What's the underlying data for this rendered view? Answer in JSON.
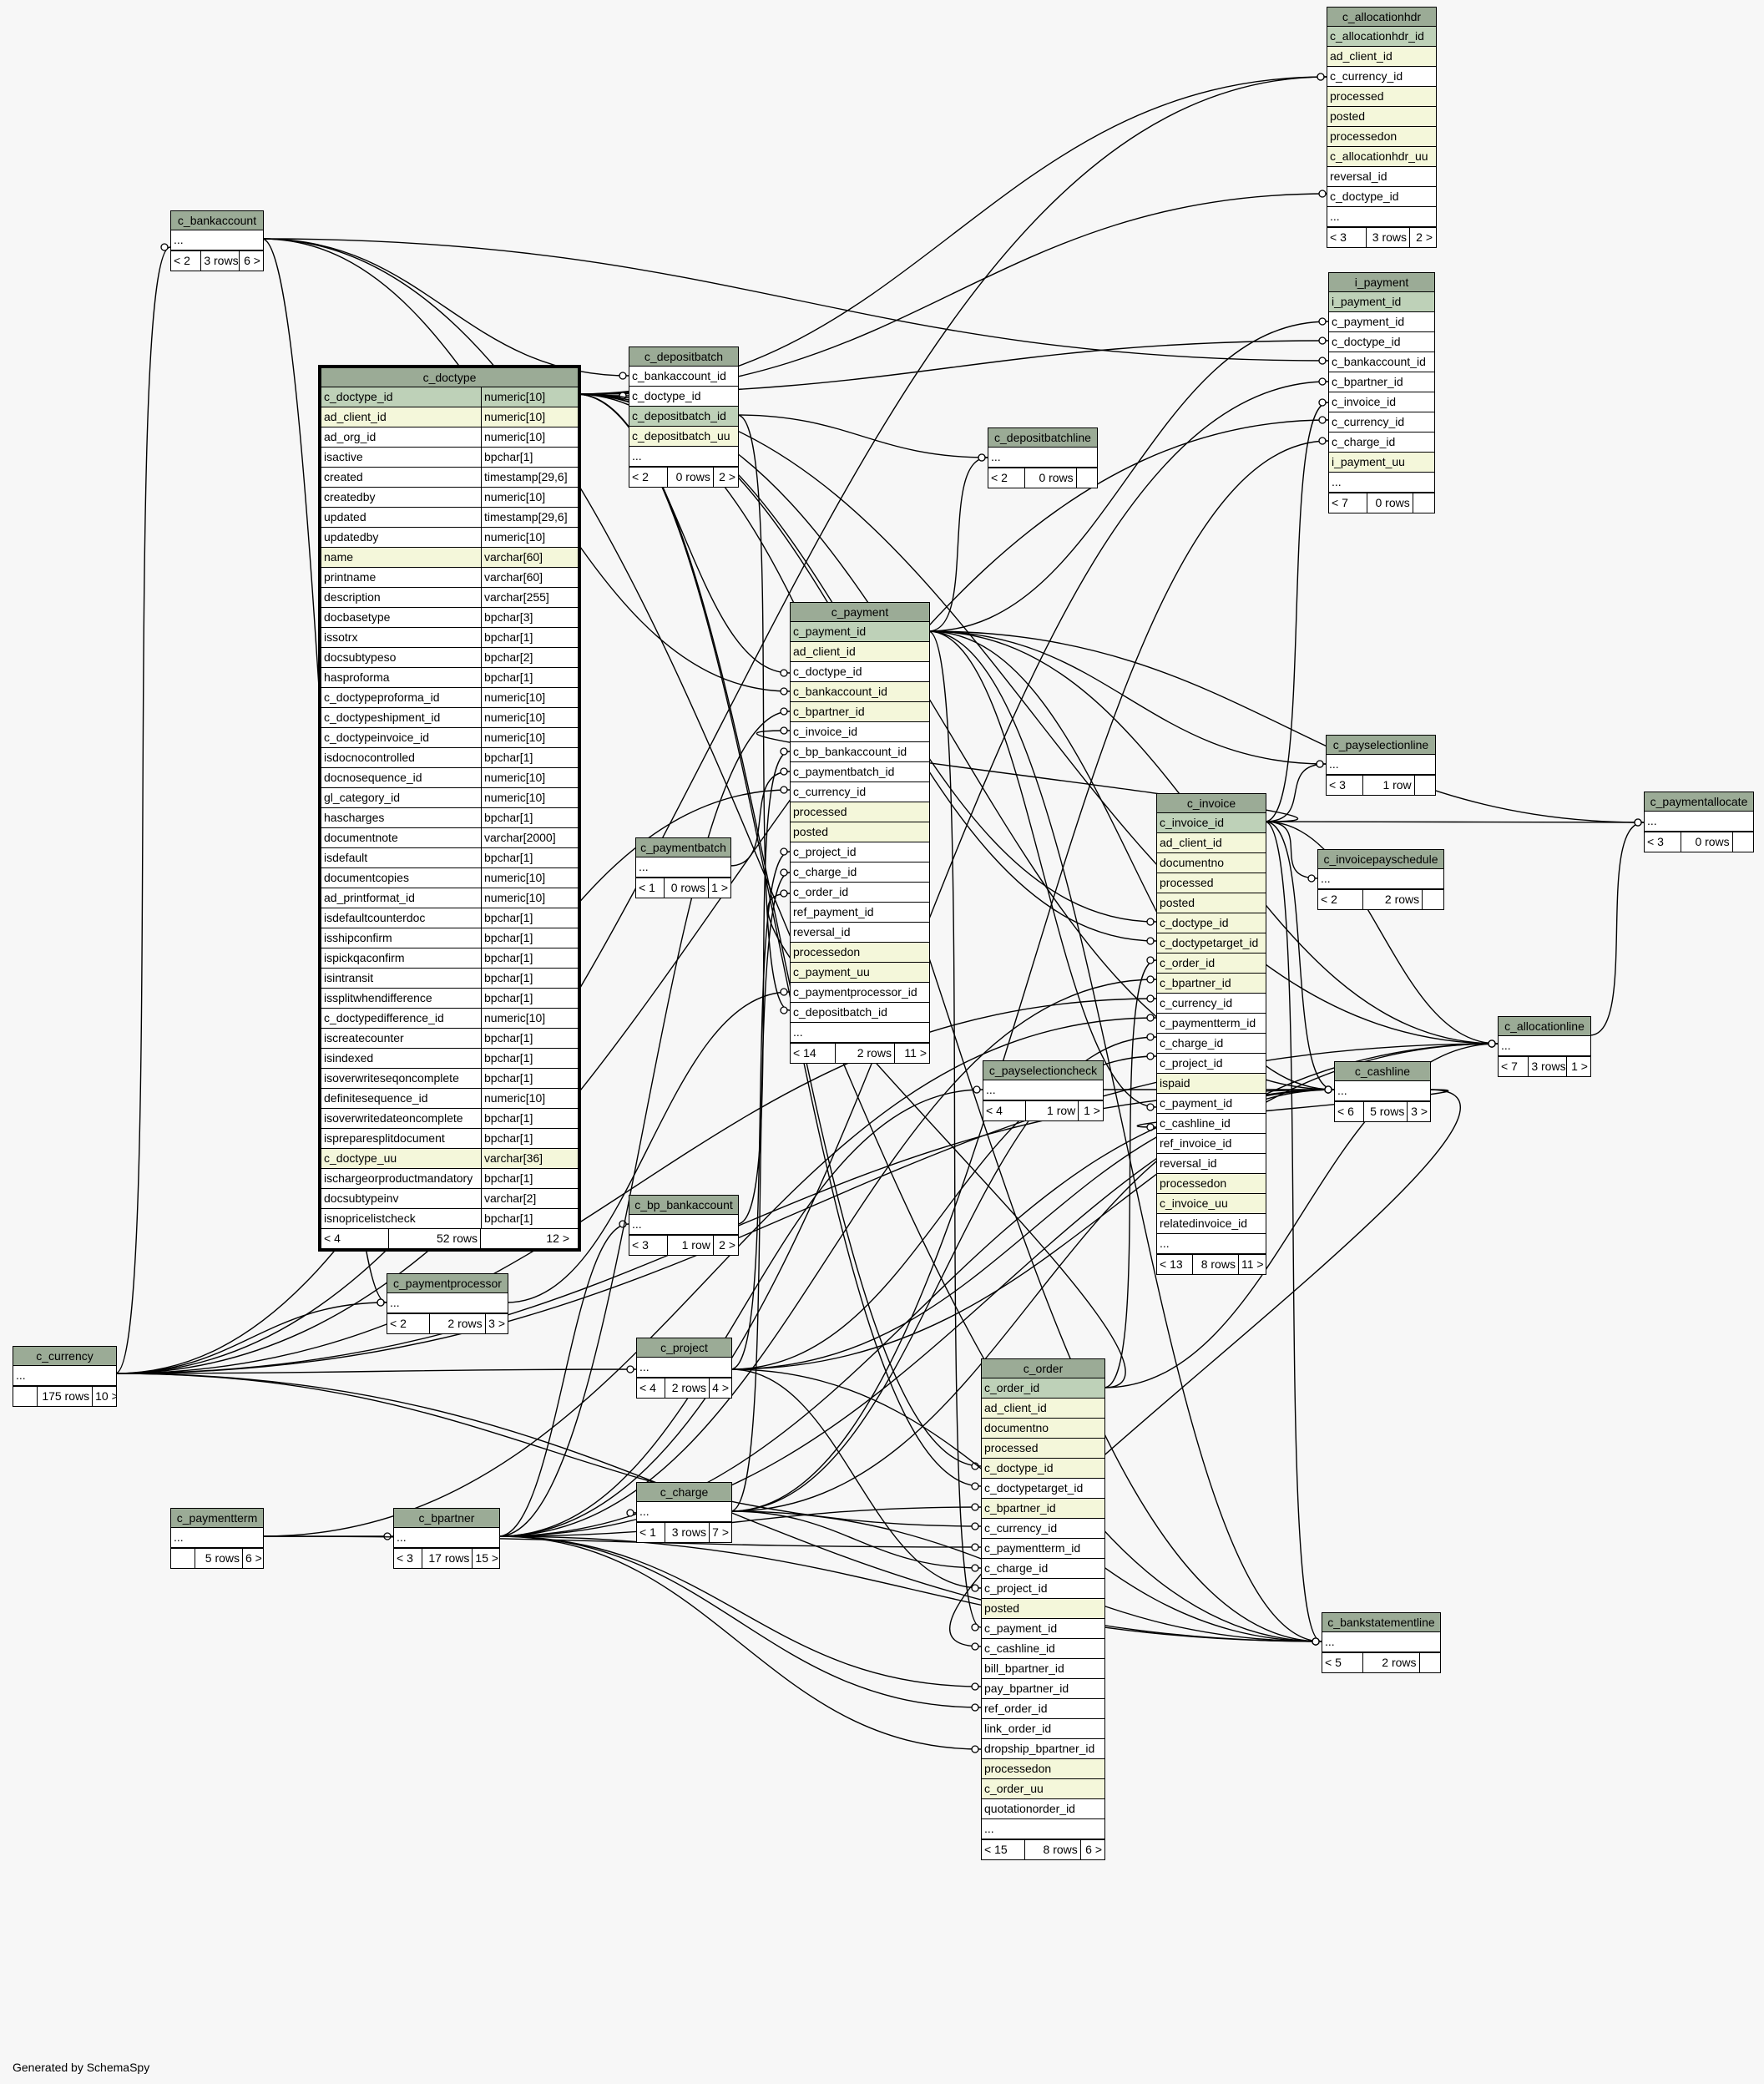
{
  "footer": "Generated by SchemaSpy",
  "focus_table": {
    "name": "c_doctype",
    "columns": [
      {
        "name": "c_doctype_id",
        "type": "numeric[10]",
        "kind": "pk"
      },
      {
        "name": "ad_client_id",
        "type": "numeric[10]",
        "kind": "idx"
      },
      {
        "name": "ad_org_id",
        "type": "numeric[10]",
        "kind": ""
      },
      {
        "name": "isactive",
        "type": "bpchar[1]",
        "kind": ""
      },
      {
        "name": "created",
        "type": "timestamp[29,6]",
        "kind": ""
      },
      {
        "name": "createdby",
        "type": "numeric[10]",
        "kind": ""
      },
      {
        "name": "updated",
        "type": "timestamp[29,6]",
        "kind": ""
      },
      {
        "name": "updatedby",
        "type": "numeric[10]",
        "kind": ""
      },
      {
        "name": "name",
        "type": "varchar[60]",
        "kind": "idx"
      },
      {
        "name": "printname",
        "type": "varchar[60]",
        "kind": ""
      },
      {
        "name": "description",
        "type": "varchar[255]",
        "kind": ""
      },
      {
        "name": "docbasetype",
        "type": "bpchar[3]",
        "kind": ""
      },
      {
        "name": "issotrx",
        "type": "bpchar[1]",
        "kind": ""
      },
      {
        "name": "docsubtypeso",
        "type": "bpchar[2]",
        "kind": ""
      },
      {
        "name": "hasproforma",
        "type": "bpchar[1]",
        "kind": ""
      },
      {
        "name": "c_doctypeproforma_id",
        "type": "numeric[10]",
        "kind": ""
      },
      {
        "name": "c_doctypeshipment_id",
        "type": "numeric[10]",
        "kind": ""
      },
      {
        "name": "c_doctypeinvoice_id",
        "type": "numeric[10]",
        "kind": ""
      },
      {
        "name": "isdocnocontrolled",
        "type": "bpchar[1]",
        "kind": ""
      },
      {
        "name": "docnosequence_id",
        "type": "numeric[10]",
        "kind": ""
      },
      {
        "name": "gl_category_id",
        "type": "numeric[10]",
        "kind": ""
      },
      {
        "name": "hascharges",
        "type": "bpchar[1]",
        "kind": ""
      },
      {
        "name": "documentnote",
        "type": "varchar[2000]",
        "kind": ""
      },
      {
        "name": "isdefault",
        "type": "bpchar[1]",
        "kind": ""
      },
      {
        "name": "documentcopies",
        "type": "numeric[10]",
        "kind": ""
      },
      {
        "name": "ad_printformat_id",
        "type": "numeric[10]",
        "kind": ""
      },
      {
        "name": "isdefaultcounterdoc",
        "type": "bpchar[1]",
        "kind": ""
      },
      {
        "name": "isshipconfirm",
        "type": "bpchar[1]",
        "kind": ""
      },
      {
        "name": "ispickqaconfirm",
        "type": "bpchar[1]",
        "kind": ""
      },
      {
        "name": "isintransit",
        "type": "bpchar[1]",
        "kind": ""
      },
      {
        "name": "issplitwhendifference",
        "type": "bpchar[1]",
        "kind": ""
      },
      {
        "name": "c_doctypedifference_id",
        "type": "numeric[10]",
        "kind": ""
      },
      {
        "name": "iscreatecounter",
        "type": "bpchar[1]",
        "kind": ""
      },
      {
        "name": "isindexed",
        "type": "bpchar[1]",
        "kind": ""
      },
      {
        "name": "isoverwriteseqoncomplete",
        "type": "bpchar[1]",
        "kind": ""
      },
      {
        "name": "definitesequence_id",
        "type": "numeric[10]",
        "kind": ""
      },
      {
        "name": "isoverwritedateoncomplete",
        "type": "bpchar[1]",
        "kind": ""
      },
      {
        "name": "ispreparesplitdocument",
        "type": "bpchar[1]",
        "kind": ""
      },
      {
        "name": "c_doctype_uu",
        "type": "varchar[36]",
        "kind": "idx"
      },
      {
        "name": "ischargeorproductmandatory",
        "type": "bpchar[1]",
        "kind": ""
      },
      {
        "name": "docsubtypeinv",
        "type": "varchar[2]",
        "kind": ""
      },
      {
        "name": "isnopricelistcheck",
        "type": "bpchar[1]",
        "kind": ""
      }
    ],
    "footer": [
      "< 4",
      "52 rows",
      "12 >"
    ]
  },
  "tables": [
    {
      "id": "c_allocationhdr",
      "title": "c_allocationhdr",
      "rows": [
        {
          "t": "c_allocationhdr_id",
          "k": "pk"
        },
        {
          "t": "ad_client_id",
          "k": "idx"
        },
        {
          "t": "c_currency_id",
          "k": ""
        },
        {
          "t": "processed",
          "k": "idx"
        },
        {
          "t": "posted",
          "k": "idx"
        },
        {
          "t": "processedon",
          "k": "idx"
        },
        {
          "t": "c_allocationhdr_uu",
          "k": "idx"
        },
        {
          "t": "reversal_id",
          "k": ""
        },
        {
          "t": "c_doctype_id",
          "k": ""
        },
        {
          "t": "...",
          "k": ""
        }
      ],
      "footer": [
        "< 3",
        "3 rows",
        "2 >"
      ]
    },
    {
      "id": "i_payment",
      "title": "i_payment",
      "rows": [
        {
          "t": "i_payment_id",
          "k": "pk"
        },
        {
          "t": "c_payment_id",
          "k": ""
        },
        {
          "t": "c_doctype_id",
          "k": ""
        },
        {
          "t": "c_bankaccount_id",
          "k": ""
        },
        {
          "t": "c_bpartner_id",
          "k": ""
        },
        {
          "t": "c_invoice_id",
          "k": ""
        },
        {
          "t": "c_currency_id",
          "k": ""
        },
        {
          "t": "c_charge_id",
          "k": ""
        },
        {
          "t": "i_payment_uu",
          "k": "idx"
        },
        {
          "t": "...",
          "k": ""
        }
      ],
      "footer": [
        "< 7",
        "0 rows",
        ""
      ]
    },
    {
      "id": "c_bankaccount",
      "title": "c_bankaccount",
      "rows": [
        {
          "t": "...",
          "k": ""
        }
      ],
      "footer": [
        "< 2",
        "3 rows",
        "6 >"
      ]
    },
    {
      "id": "c_depositbatch",
      "title": "c_depositbatch",
      "rows": [
        {
          "t": "c_bankaccount_id",
          "k": ""
        },
        {
          "t": "c_doctype_id",
          "k": ""
        },
        {
          "t": "c_depositbatch_id",
          "k": "pk"
        },
        {
          "t": "c_depositbatch_uu",
          "k": "idx"
        },
        {
          "t": "...",
          "k": ""
        }
      ],
      "footer": [
        "< 2",
        "0 rows",
        "2 >"
      ]
    },
    {
      "id": "c_depositbatchline",
      "title": "c_depositbatchline",
      "rows": [
        {
          "t": "...",
          "k": ""
        }
      ],
      "footer": [
        "< 2",
        "0 rows",
        ""
      ]
    },
    {
      "id": "c_payment",
      "title": "c_payment",
      "rows": [
        {
          "t": "c_payment_id",
          "k": "pk"
        },
        {
          "t": "ad_client_id",
          "k": "idx"
        },
        {
          "t": "c_doctype_id",
          "k": ""
        },
        {
          "t": "c_bankaccount_id",
          "k": "idx"
        },
        {
          "t": "c_bpartner_id",
          "k": "idx"
        },
        {
          "t": "c_invoice_id",
          "k": ""
        },
        {
          "t": "c_bp_bankaccount_id",
          "k": ""
        },
        {
          "t": "c_paymentbatch_id",
          "k": ""
        },
        {
          "t": "c_currency_id",
          "k": ""
        },
        {
          "t": "processed",
          "k": "idx"
        },
        {
          "t": "posted",
          "k": "idx"
        },
        {
          "t": "c_project_id",
          "k": ""
        },
        {
          "t": "c_charge_id",
          "k": ""
        },
        {
          "t": "c_order_id",
          "k": ""
        },
        {
          "t": "ref_payment_id",
          "k": ""
        },
        {
          "t": "reversal_id",
          "k": ""
        },
        {
          "t": "processedon",
          "k": "idx"
        },
        {
          "t": "c_payment_uu",
          "k": "idx"
        },
        {
          "t": "c_paymentprocessor_id",
          "k": ""
        },
        {
          "t": "c_depositbatch_id",
          "k": ""
        },
        {
          "t": "...",
          "k": ""
        }
      ],
      "footer": [
        "< 14",
        "2 rows",
        "11 >"
      ]
    },
    {
      "id": "c_payselectionline",
      "title": "c_payselectionline",
      "rows": [
        {
          "t": "...",
          "k": ""
        }
      ],
      "footer": [
        "< 3",
        "1 row",
        ""
      ]
    },
    {
      "id": "c_paymentallocate",
      "title": "c_paymentallocate",
      "rows": [
        {
          "t": "...",
          "k": ""
        }
      ],
      "footer": [
        "< 3",
        "0 rows",
        ""
      ]
    },
    {
      "id": "c_invoice",
      "title": "c_invoice",
      "rows": [
        {
          "t": "c_invoice_id",
          "k": "pk"
        },
        {
          "t": "ad_client_id",
          "k": "idx"
        },
        {
          "t": "documentno",
          "k": "idx"
        },
        {
          "t": "processed",
          "k": "idx"
        },
        {
          "t": "posted",
          "k": "idx"
        },
        {
          "t": "c_doctype_id",
          "k": "idx"
        },
        {
          "t": "c_doctypetarget_id",
          "k": "idx"
        },
        {
          "t": "c_order_id",
          "k": "idx"
        },
        {
          "t": "c_bpartner_id",
          "k": "idx"
        },
        {
          "t": "c_currency_id",
          "k": ""
        },
        {
          "t": "c_paymentterm_id",
          "k": ""
        },
        {
          "t": "c_charge_id",
          "k": ""
        },
        {
          "t": "c_project_id",
          "k": ""
        },
        {
          "t": "ispaid",
          "k": "idx"
        },
        {
          "t": "c_payment_id",
          "k": ""
        },
        {
          "t": "c_cashline_id",
          "k": ""
        },
        {
          "t": "ref_invoice_id",
          "k": ""
        },
        {
          "t": "reversal_id",
          "k": ""
        },
        {
          "t": "processedon",
          "k": "idx"
        },
        {
          "t": "c_invoice_uu",
          "k": "idx"
        },
        {
          "t": "relatedinvoice_id",
          "k": ""
        },
        {
          "t": "...",
          "k": ""
        }
      ],
      "footer": [
        "< 13",
        "8 rows",
        "11 >"
      ]
    },
    {
      "id": "c_invoicepayschedule",
      "title": "c_invoicepayschedule",
      "rows": [
        {
          "t": "...",
          "k": ""
        }
      ],
      "footer": [
        "< 2",
        "2 rows",
        ""
      ]
    },
    {
      "id": "c_paymentbatch",
      "title": "c_paymentbatch",
      "rows": [
        {
          "t": "...",
          "k": ""
        }
      ],
      "footer": [
        "< 1",
        "0 rows",
        "1 >"
      ]
    },
    {
      "id": "c_allocationline",
      "title": "c_allocationline",
      "rows": [
        {
          "t": "...",
          "k": ""
        }
      ],
      "footer": [
        "< 7",
        "3 rows",
        "1 >"
      ]
    },
    {
      "id": "c_payselectioncheck",
      "title": "c_payselectioncheck",
      "rows": [
        {
          "t": "...",
          "k": ""
        }
      ],
      "footer": [
        "< 4",
        "1 row",
        "1 >"
      ]
    },
    {
      "id": "c_cashline",
      "title": "c_cashline",
      "rows": [
        {
          "t": "...",
          "k": ""
        }
      ],
      "footer": [
        "< 6",
        "5 rows",
        "3 >"
      ]
    },
    {
      "id": "c_bp_bankaccount",
      "title": "c_bp_bankaccount",
      "rows": [
        {
          "t": "...",
          "k": ""
        }
      ],
      "footer": [
        "< 3",
        "1 row",
        "2 >"
      ]
    },
    {
      "id": "c_paymentprocessor",
      "title": "c_paymentprocessor",
      "rows": [
        {
          "t": "...",
          "k": ""
        }
      ],
      "footer": [
        "< 2",
        "2 rows",
        "3 >"
      ]
    },
    {
      "id": "c_currency",
      "title": "c_currency",
      "rows": [
        {
          "t": "...",
          "k": ""
        }
      ],
      "footer": [
        "",
        "175 rows",
        "10 >"
      ]
    },
    {
      "id": "c_project",
      "title": "c_project",
      "rows": [
        {
          "t": "...",
          "k": ""
        }
      ],
      "footer": [
        "< 4",
        "2 rows",
        "4 >"
      ]
    },
    {
      "id": "c_order",
      "title": "c_order",
      "rows": [
        {
          "t": "c_order_id",
          "k": "pk"
        },
        {
          "t": "ad_client_id",
          "k": "idx"
        },
        {
          "t": "documentno",
          "k": "idx"
        },
        {
          "t": "processed",
          "k": "idx"
        },
        {
          "t": "c_doctype_id",
          "k": "idx"
        },
        {
          "t": "c_doctypetarget_id",
          "k": ""
        },
        {
          "t": "c_bpartner_id",
          "k": "idx"
        },
        {
          "t": "c_currency_id",
          "k": ""
        },
        {
          "t": "c_paymentterm_id",
          "k": ""
        },
        {
          "t": "c_charge_id",
          "k": ""
        },
        {
          "t": "c_project_id",
          "k": ""
        },
        {
          "t": "posted",
          "k": "idx"
        },
        {
          "t": "c_payment_id",
          "k": ""
        },
        {
          "t": "c_cashline_id",
          "k": ""
        },
        {
          "t": "bill_bpartner_id",
          "k": ""
        },
        {
          "t": "pay_bpartner_id",
          "k": ""
        },
        {
          "t": "ref_order_id",
          "k": ""
        },
        {
          "t": "link_order_id",
          "k": ""
        },
        {
          "t": "dropship_bpartner_id",
          "k": ""
        },
        {
          "t": "processedon",
          "k": "idx"
        },
        {
          "t": "c_order_uu",
          "k": "idx"
        },
        {
          "t": "quotationorder_id",
          "k": ""
        },
        {
          "t": "...",
          "k": ""
        }
      ],
      "footer": [
        "< 15",
        "8 rows",
        "6 >"
      ]
    },
    {
      "id": "c_paymentterm",
      "title": "c_paymentterm",
      "rows": [
        {
          "t": "...",
          "k": ""
        }
      ],
      "footer": [
        "",
        "5 rows",
        "6 >"
      ]
    },
    {
      "id": "c_bpartner",
      "title": "c_bpartner",
      "rows": [
        {
          "t": "...",
          "k": ""
        }
      ],
      "footer": [
        "< 3",
        "17 rows",
        "15 >"
      ]
    },
    {
      "id": "c_charge",
      "title": "c_charge",
      "rows": [
        {
          "t": "...",
          "k": ""
        }
      ],
      "footer": [
        "< 1",
        "3 rows",
        "7 >"
      ]
    },
    {
      "id": "c_bankstatementline",
      "title": "c_bankstatementline",
      "rows": [
        {
          "t": "...",
          "k": ""
        }
      ],
      "footer": [
        "< 5",
        "2 rows",
        ""
      ]
    }
  ]
}
